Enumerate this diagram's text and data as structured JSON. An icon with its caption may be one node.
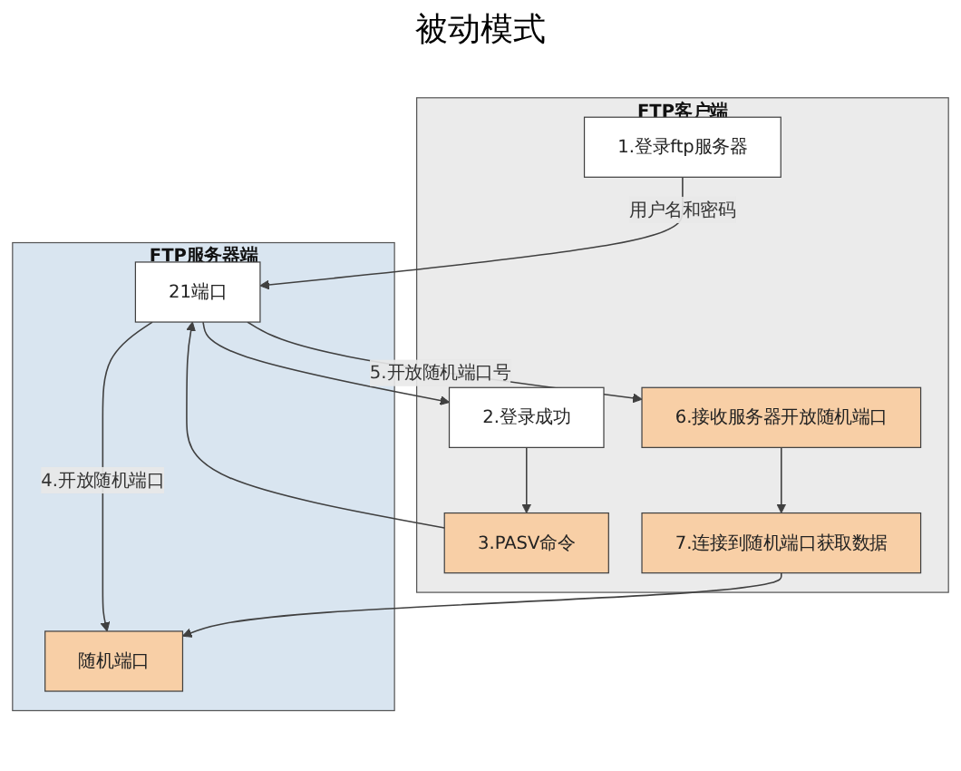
{
  "diagram": {
    "title": "被动模式",
    "nodes": [
      {
        "text": [
          "FTP客户端"
        ]
      },
      {
        "text": [
          "1.登录ftp服务器"
        ],
        "in": 0
      },
      {
        "text": [
          "2.登录成功"
        ],
        "in": 0
      },
      {
        "text": [
          "3.PASV命令"
        ],
        "in": 0
      },
      {
        "text": [
          "6.接收服务器开放随机端口"
        ],
        "in": 0
      },
      {
        "text": [
          "7.连接到随机端口获取数据"
        ],
        "in": 0
      },
      {
        "text": [
          "FTP服务器端"
        ]
      },
      {
        "text": [
          "21端口"
        ],
        "in": 6
      },
      {
        "text": [
          "随机端口"
        ],
        "in": 6
      }
    ],
    "edges": [
      {
        "from": 1,
        "to": 7,
        "arrow": "to",
        "label": "用户名和密码"
      },
      {
        "from": 7,
        "to": 2,
        "arrow": "to"
      },
      {
        "from": 2,
        "to": 3,
        "arrow": "to"
      },
      {
        "from": 3,
        "to": 7,
        "arrow": "to"
      },
      {
        "from": 7,
        "to": 4,
        "arrow": "to",
        "label": "5.开放随机端口号"
      },
      {
        "from": 7,
        "to": 8,
        "arrow": "to",
        "label": "4.开放随机端口"
      },
      {
        "from": 4,
        "to": 5,
        "arrow": "to"
      },
      {
        "from": 5,
        "to": 8,
        "arrow": "to"
      }
    ]
  }
}
